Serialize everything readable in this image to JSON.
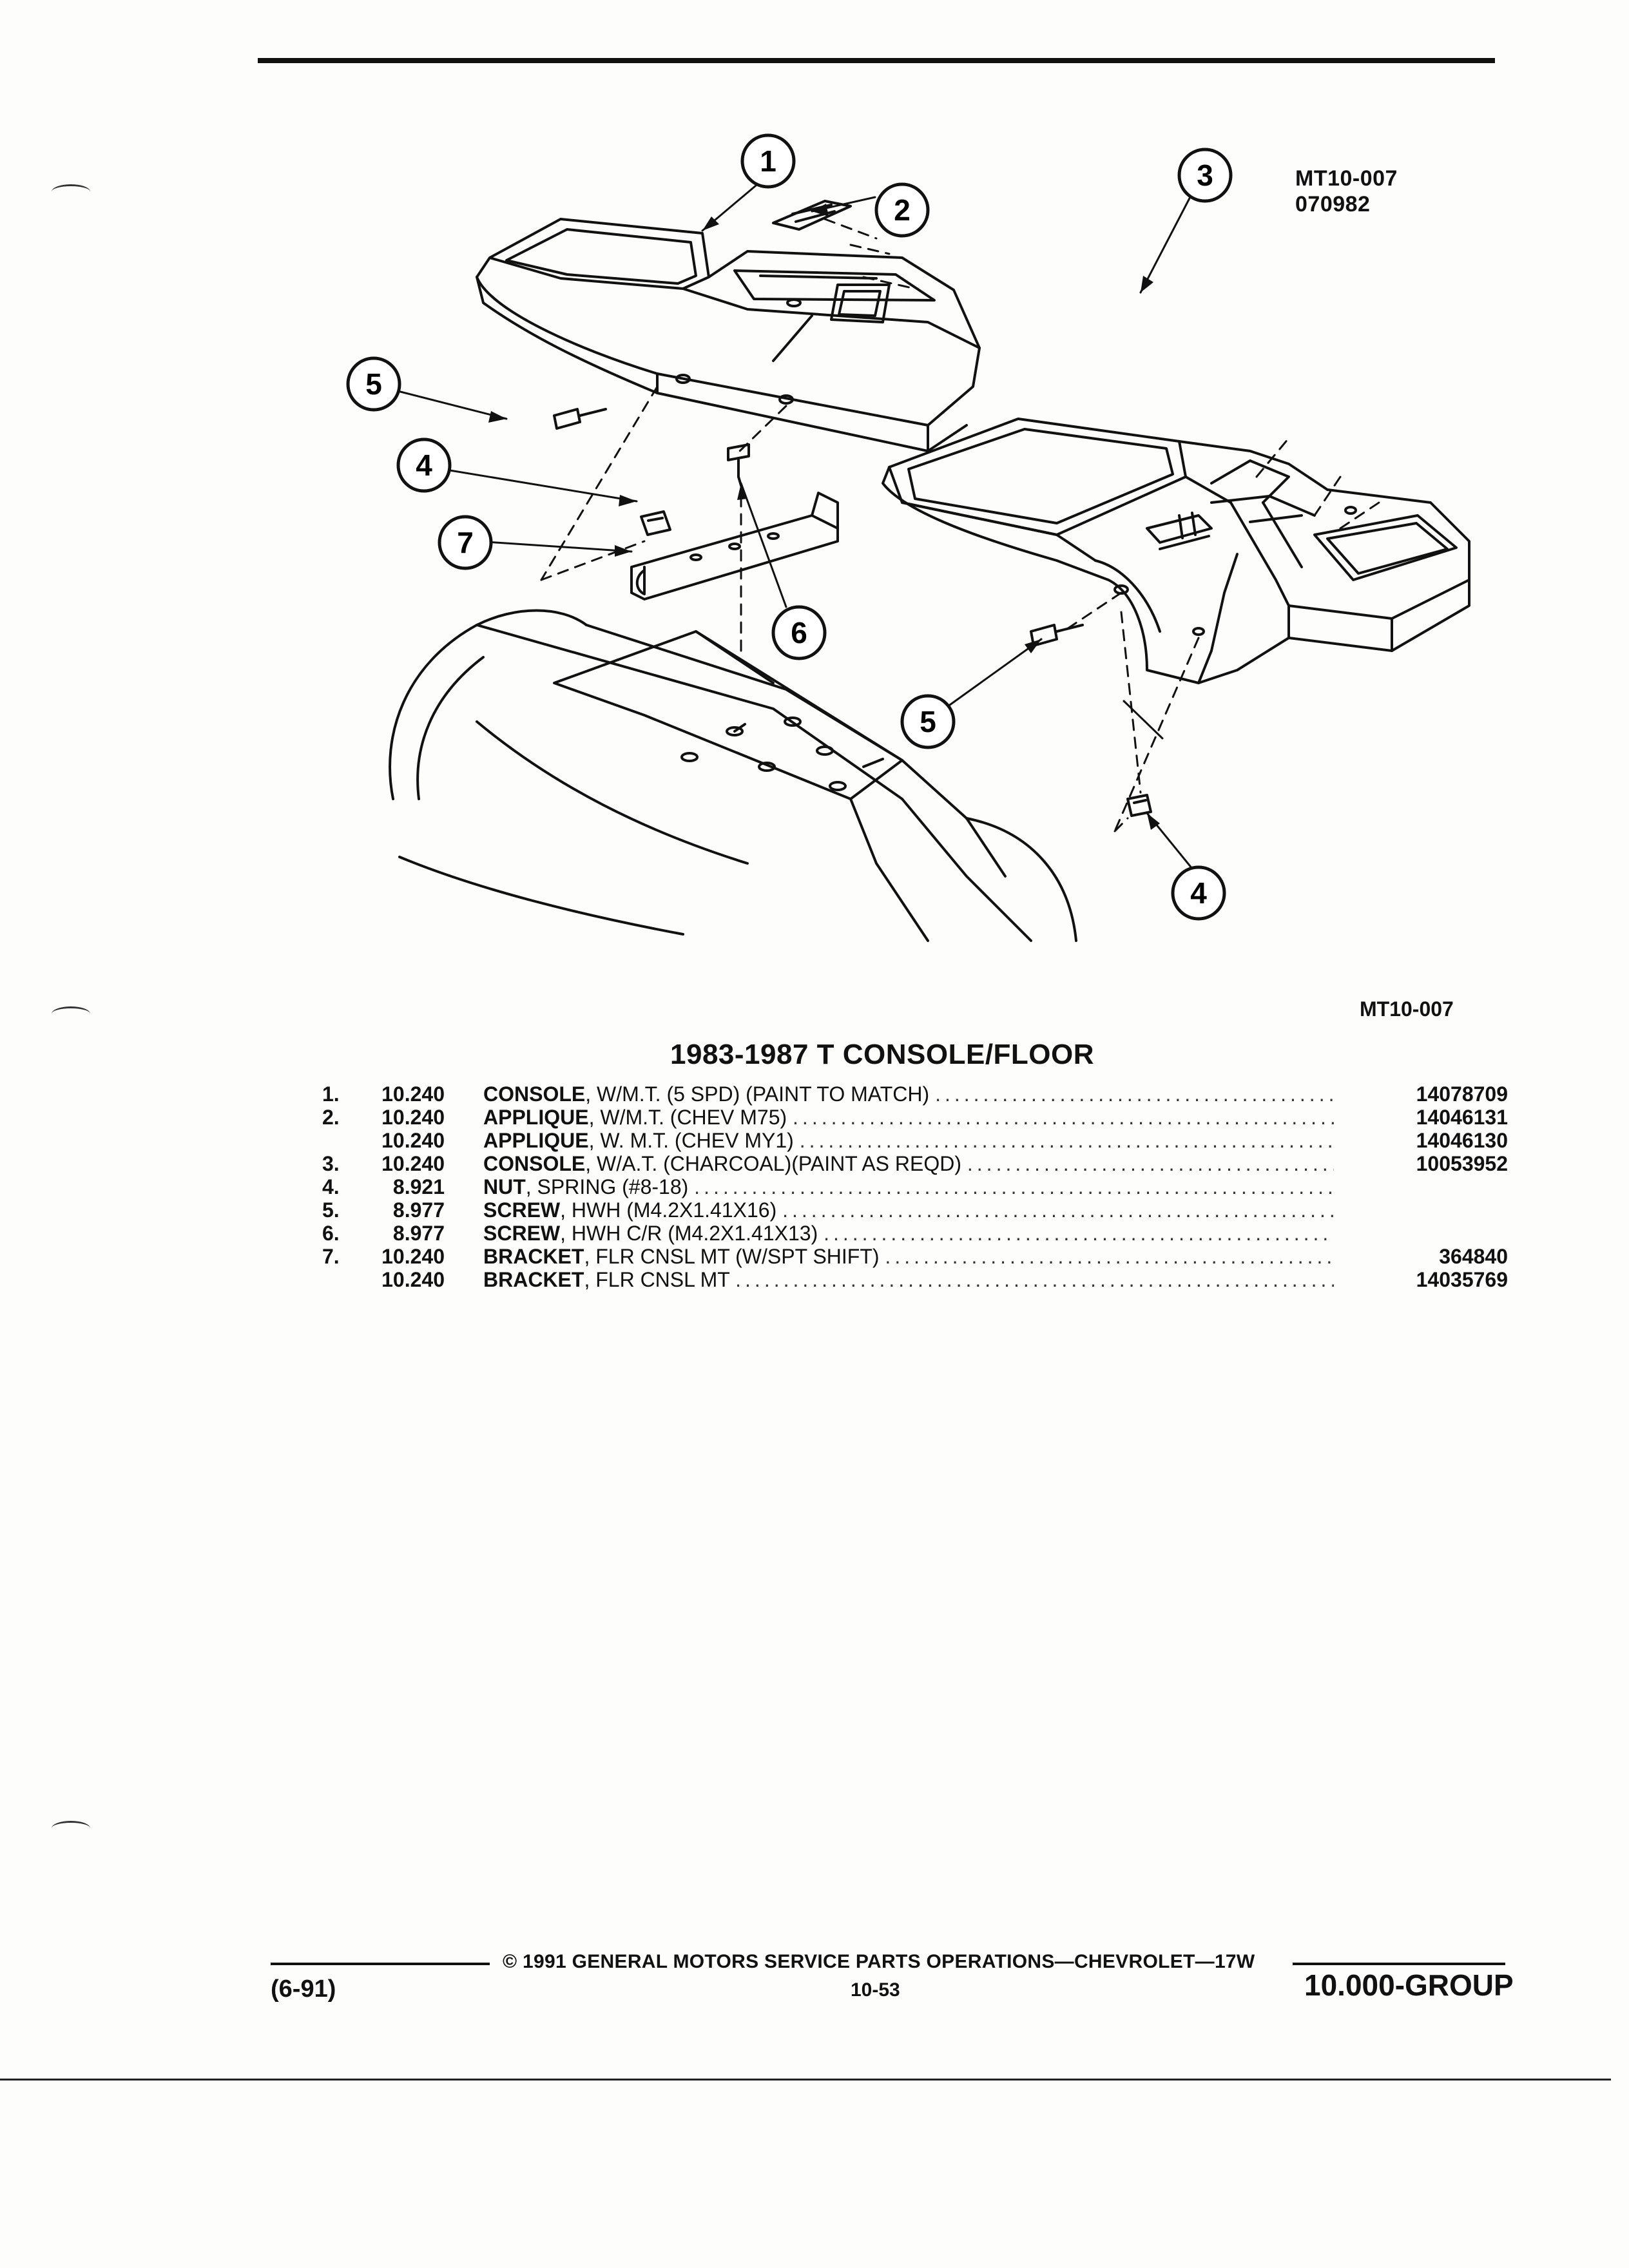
{
  "header": {
    "ref_code_1": "MT10-007",
    "ref_code_2": "070982"
  },
  "illustration": {
    "callouts": [
      "1",
      "2",
      "3",
      "4",
      "5",
      "6",
      "7",
      "5",
      "4"
    ],
    "caption": "MT10-007"
  },
  "catalog": {
    "title": "1983-1987 T CONSOLE/FLOOR",
    "parts": [
      {
        "item": "1.",
        "group": "10.240",
        "name": "CONSOLE",
        "detail": ", W/M.T. (5 SPD) (PAINT TO MATCH)",
        "part_number": "14078709"
      },
      {
        "item": "2.",
        "group": "10.240",
        "name": "APPLIQUE",
        "detail": ", W/M.T. (CHEV M75)",
        "part_number": "14046131"
      },
      {
        "item": "",
        "group": "10.240",
        "name": "APPLIQUE",
        "detail": ", W. M.T. (CHEV MY1)",
        "part_number": "14046130"
      },
      {
        "item": "3.",
        "group": "10.240",
        "name": "CONSOLE",
        "detail": ", W/A.T. (CHARCOAL)(PAINT AS REQD)",
        "part_number": "10053952"
      },
      {
        "item": "4.",
        "group": "8.921",
        "name": "NUT",
        "detail": ", SPRING (#8-18)",
        "part_number": ""
      },
      {
        "item": "5.",
        "group": "8.977",
        "name": "SCREW",
        "detail": ", HWH (M4.2X1.41X16)",
        "part_number": ""
      },
      {
        "item": "6.",
        "group": "8.977",
        "name": "SCREW",
        "detail": ", HWH C/R (M4.2X1.41X13)",
        "part_number": ""
      },
      {
        "item": "7.",
        "group": "10.240",
        "name": "BRACKET",
        "detail": ", FLR CNSL MT (W/SPT SHIFT)",
        "part_number": "364840"
      },
      {
        "item": "",
        "group": "10.240",
        "name": "BRACKET",
        "detail": ", FLR CNSL MT",
        "part_number": "14035769"
      }
    ]
  },
  "footer": {
    "copyright": "© 1991 GENERAL MOTORS SERVICE PARTS OPERATIONS—CHEVROLET—17W",
    "page_number": "10-53",
    "date_code": "(6-91)",
    "group": "10.000-GROUP"
  }
}
